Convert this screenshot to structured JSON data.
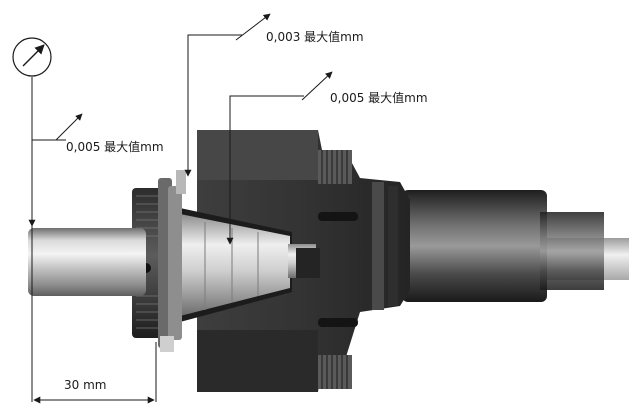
{
  "callouts": {
    "left_runout": "0,005 最大值mm",
    "top_runout": "0,003 最大值mm",
    "middle_runout": "0,005 最大值mm"
  },
  "dimension": {
    "length_label": "30 mm"
  },
  "colors": {
    "line": "#1a1a1a",
    "steel_light": "#e6e6e6",
    "steel_mid": "#a5a5a5",
    "steel_dark": "#5a5a5a",
    "body_dark": "#3a3a3a",
    "body_darker": "#262626"
  },
  "icons": {
    "indicator": "dial-indicator-icon"
  }
}
